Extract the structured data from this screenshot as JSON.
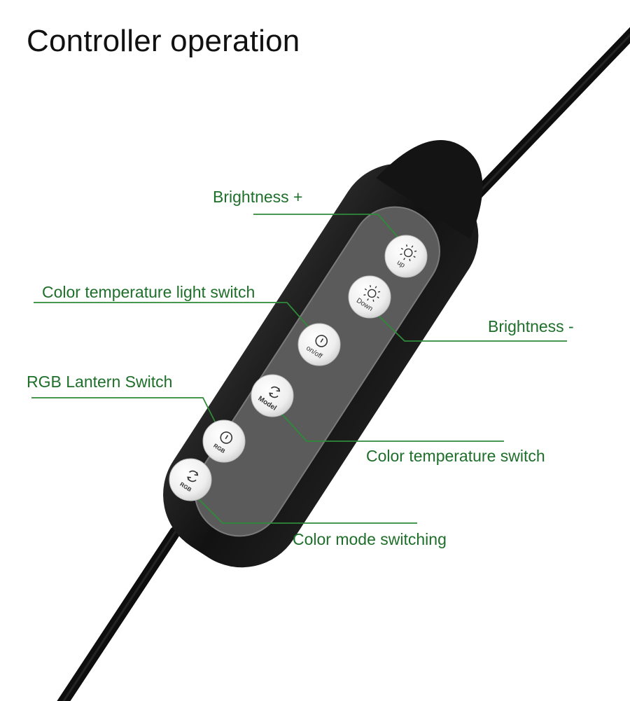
{
  "title": "Controller operation",
  "colors": {
    "callout_text": "#1e6f2a",
    "leader_line": "#2f8a3a",
    "cable": "#111111",
    "controller_body": "#141414",
    "button_panel": "#5a5a5a",
    "button_face": "#f2f2f2"
  },
  "callouts": {
    "brightness_up": "Brightness +",
    "color_temp_light_switch": "Color temperature light switch",
    "brightness_down": "Brightness -",
    "rgb_lantern_switch": "RGB Lantern Switch",
    "color_temp_switch": "Color temperature switch",
    "color_mode_switching": "Color mode switching"
  },
  "buttons": {
    "up": {
      "label": "up",
      "icon": "sun-icon"
    },
    "down": {
      "label": "Down",
      "icon": "sun-icon"
    },
    "onoff": {
      "label": "on/off",
      "icon": "power-icon"
    },
    "model": {
      "label": "Model",
      "icon": "cycle-arrows-icon"
    },
    "rgb_power": {
      "label": "RGB",
      "icon": "power-icon"
    },
    "rgb_mode": {
      "label": "RGB",
      "icon": "cycle-arrows-icon"
    }
  }
}
